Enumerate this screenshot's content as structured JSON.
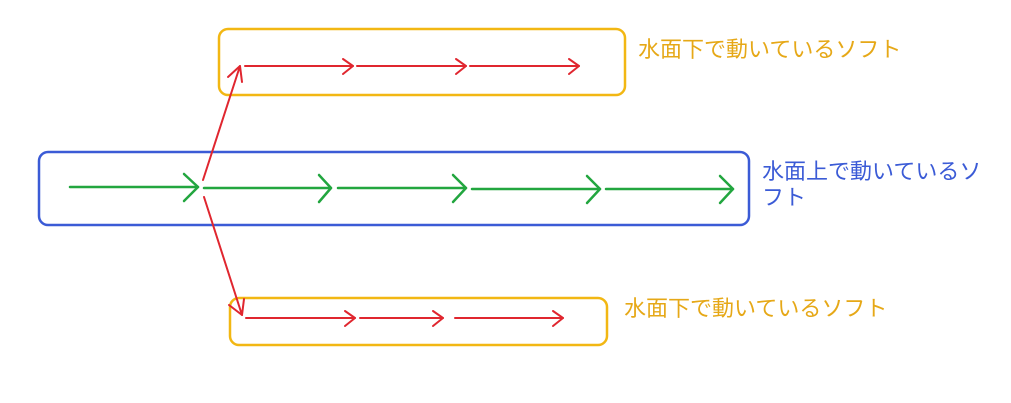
{
  "labels": {
    "upper_underwater": "水面下で動いているソフト",
    "surface": "水面上で動いているソフト",
    "lower_underwater": "水面下で動いているソフト"
  },
  "colors": {
    "underwater_box": "#f2b713",
    "surface_box": "#3b5bd6",
    "surface_arrow": "#22a63f",
    "underwater_arrow": "#e0262f",
    "underwater_text": "#e6a817",
    "surface_text": "#3b5bd6"
  }
}
